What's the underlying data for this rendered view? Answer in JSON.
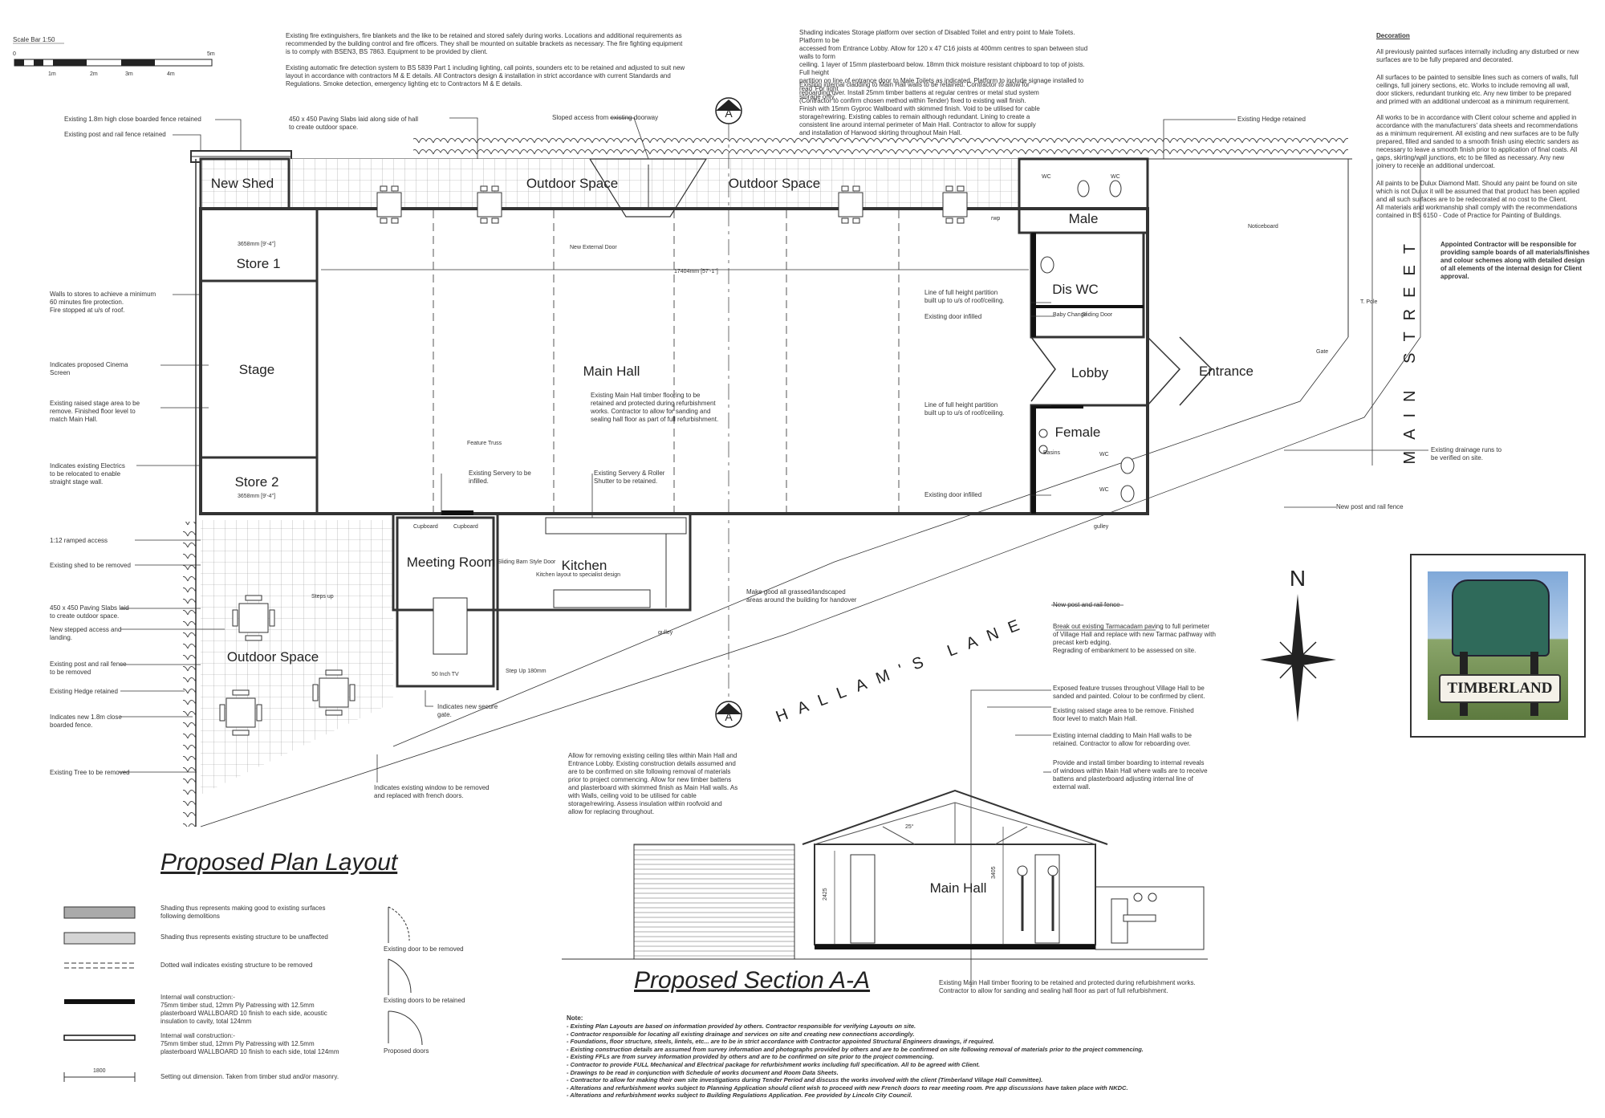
{
  "scale_bar": {
    "title": "Scale Bar 1:50",
    "ticks": [
      "0",
      "1m",
      "2m",
      "3m",
      "4m",
      "5m"
    ]
  },
  "titles": {
    "plan": "Proposed Plan Layout",
    "section": "Proposed Section A-A"
  },
  "rooms": {
    "new_shed": "New Shed",
    "store1": "Store 1",
    "stage": "Stage",
    "store2": "Store 2",
    "outdoor_top_left": "Outdoor Space",
    "outdoor_top_right": "Outdoor Space",
    "main_hall": "Main Hall",
    "male": "Male",
    "dis_wc": "Dis WC",
    "lobby": "Lobby",
    "entrance": "Entrance",
    "female": "Female",
    "meeting_room": "Meeting Room",
    "kitchen": "Kitchen",
    "outdoor_bottom": "Outdoor Space",
    "section_main_hall": "Main Hall"
  },
  "small_labels": {
    "cupboard1": "Cupboard",
    "cupboard2": "Cupboard",
    "tv": "50 Inch TV",
    "sliding_door": "Sliding\nBarn Style\nDoor",
    "kitchen_layout": "Kitchen layout to specialist design",
    "steps_up": "Steps up",
    "step_up": "Step Up\n180mm",
    "gulley1": "gulley",
    "gulley2": "gulley",
    "basins": "Basins",
    "wc1": "WC",
    "wc2": "WC",
    "wc3": "WC",
    "wc4": "WC",
    "baby_change": "Baby\nChange",
    "sliding_door2": "Sliding\nDoor",
    "noticeboard": "Noticeboard",
    "t_pole": "T. Pole",
    "gate": "Gate",
    "rwp": "rwp",
    "dim_hall": "17404mm [57'-1\"]",
    "dim_store1": "3658mm [9'-4\"]",
    "dim_store2": "3658mm [9'-4\"]",
    "feature_truss": "Feature Truss",
    "new_external_door": "New External Door",
    "sec_dim1": "2425",
    "sec_dim2": "3405",
    "sec_angle": "25°",
    "a_marker": "A"
  },
  "streets": {
    "main_street": "MAIN STREET",
    "hallams_lane": "HALLAM'S LANE"
  },
  "north": "N",
  "annotations": {
    "fire": "Existing fire extinguishers, fire blankets and the like to be retained and stored safely during works. Locations and additional requirements as\nrecommended by the building control and fire officers. They shall be mounted on suitable brackets as necessary. The fire fighting equipment\nis to comply with BSEN3, BS 7863. Equipment to be provided by client.\n\nExisting automatic fire detection system to BS 5839 Part 1 including lighting, call points, sounders etc to be retained and adjusted to suit new\nlayout in accordance with contractors M & E details. All Contractors design & installation in strict accordance with current Standards and\nRegulations. Smoke detection, emergency lighting etc to Contractors M & E details.",
    "storage": "Shading indicates Storage platform over section of Disabled Toilet and entry point to Male Toilets. Platform to be\naccessed from Entrance Lobby. Allow for 120 x 47 C16 joists at 400mm centres to span between stud walls to form\nceiling. 1 layer of 15mm plasterboard below. 18mm thick moisture resistant chipboard to top of joists. Full height\npartition on line of entrance door to Male Toilets as indicated. Platform to include signage installed to read 'For light\nstorage only'.",
    "cladding": "Existing internal cladding to Main Hall walls to be retained. Contractor to allow for\nreboarding over. Install 25mm timber battens at regular centres or metal stud system\n(Contractor to confirm chosen method within Tender) fixed to existing wall finish.\nFinish with 15mm Gyproc Wallboard with skimmed finish. Void to be utilised for cable\nstorage/rewiring. Existing cables to remain although redundant. Lining to create a\nconsistent line around internal perimeter of Main Hall. Contractor to allow for supply\nand installation of Harwood skirting throughout Main Hall.",
    "fence18": "Existing 1.8m high close boarded fence retained",
    "post_rail_top": "Existing post and rail fence retained",
    "slabs_top": "450 x 450 Paving Slabs laid along side of hall\nto create outdoor space.",
    "sloped": "Sloped access from existing doorway",
    "hedge_top": "Existing Hedge retained",
    "stores_fire": "Walls to stores to achieve a minimum\n60 minutes fire protection.\nFire stopped at u/s of roof.",
    "cinema": "Indicates proposed Cinema\nScreen",
    "raised_stage": "Existing raised stage area to be\nremove. Finished floor level to\nmatch Main Hall.",
    "electrics": "Indicates existing Electrics\nto be relocated to enable\nstraight stage wall.",
    "ramped": "1:12 ramped access",
    "shed_removed": "Existing shed to be removed",
    "slabs_bottom": "450 x 450 Paving Slabs laid\nto create outdoor space.",
    "stepped": "New stepped access and\nlanding.",
    "post_rail_removed": "Existing post and rail fence\nto be removed",
    "hedge_left": "Existing Hedge retained",
    "new_fence": "Indicates new 1.8m close\nboarded fence.",
    "tree": "Existing Tree to be removed",
    "partition1": "Line of full height partition\nbuilt up to u/s of roof/ceiling.",
    "door_infilled1": "Existing door infilled",
    "partition2": "Line of full height partition\nbuilt up to u/s of roof/ceiling.",
    "door_infilled2": "Existing door infilled",
    "hall_floor": "Existing Main Hall timber flooring to be\nretained and protected during refurbishment\nworks. Contractor to allow for sanding and\nsealing hall floor as part of full refurbishment.",
    "servery": "Existing Servery to be\ninfilled.",
    "servery_shutter": "Existing Servery & Roller\nShutter to be retained.",
    "make_good": "Make good all grassed/landscaped\nareas around the building for handover",
    "drainage": "Existing drainage runs to\nbe verified on site.",
    "new_post_rail1": "New post and rail fence",
    "new_post_rail2": "New post and rail fence",
    "tarmac": "Break out existing Tarmacadam paving to full perimeter\nof Village Hall and replace with new Tarmac pathway with\nprecast kerb edging.\nRegrading of embankment to be assessed on site.",
    "secure_gate": "Indicates new secure\ngate.",
    "window": "Indicates existing window to be removed\nand replaced with french doors.",
    "ceiling_tiles": "Allow for removing existing ceiling tiles within Main Hall and\nEntrance Lobby. Existing construction details assumed and\nare to be confirmed on site following removal of materials\nprior to project commencing. Allow for new timber battens\nand plasterboard with skimmed finish as Main Hall walls. As\nwith Walls, ceiling void to be utilised for cable\nstorage/rewiring. Assess insulation within roofvoid and\nallow for replacing throughout.",
    "trusses": "Exposed feature trusses throughout Village Hall to be\nsanded and painted. Colour to be confirmed by client.",
    "raised_stage2": "Existing raised stage area to be remove. Finished\nfloor level to match Main Hall.",
    "cladding2": "Existing internal cladding to Main Hall walls to be\nretained. Contractor to allow for reboarding over.",
    "reveals": "Provide and install timber boarding to internal reveals\nof windows within Main Hall where walls are to receive\nbattens and plasterboard adjusting internal line of\nexternal wall.",
    "floor2": "Existing Main Hall timber flooring to be retained and protected during refurbishment works.\nContractor to allow for sanding and sealing hall floor as part of full refurbishment."
  },
  "decoration": {
    "heading": "Decoration",
    "p1": "All previously painted surfaces internally including any disturbed or new\nsurfaces are to be fully prepared and decorated.",
    "p2": "All surfaces to be painted to sensible lines such as corners of walls, full\nceilings, full joinery sections, etc. Works to include removing all wall,\ndoor stickers, redundant trunking etc. Any new timber to be prepared\nand primed with an additional undercoat as a minimum requirement.",
    "p3": "All works to be in accordance with Client colour scheme and applied in\naccordance with the manufacturers' data sheets and recommendations\nas a minimum requirement. All existing and new surfaces are to be fully\nprepared, filled and sanded to a smooth finish using electric sanders as\nnecessary to leave a smooth finish prior to application of final coats. All\ngaps, skirting/wall junctions, etc to be filled as necessary. Any new\njoinery to receive an additional undercoat.",
    "p4": "All paints to be Dulux Diamond Matt. Should any paint be found on site\nwhich is not Dulux it will be assumed that that product has been applied\nand all such surfaces are to be redecorated at no cost to the Client.\nAll materials and workmanship shall comply with the recommendations\ncontained in BS 6150 - Code of Practice for Painting of Buildings.",
    "contractor": "Appointed Contractor will be responsible for\nproviding sample boards of all materials/finishes\nand colour schemes along with detailed design\nof all elements of the internal design for Client\napproval."
  },
  "sign": {
    "text": "TIMBERLAND"
  },
  "legend": [
    "Shading thus represents making good to existing surfaces\nfollowing demolitions",
    "Shading thus represents existing structure to be unaffected",
    "Dotted wall indicates existing structure to be removed",
    "Internal wall construction:-\n75mm timber stud, 12mm Ply Patressing with 12.5mm\nplasterboard WALLBOARD 10 finish to each side, acoustic\ninsulation to cavity, total 124mm",
    "Internal wall construction:-\n75mm timber stud, 12mm Ply Patressing with 12.5mm\nplasterboard WALLBOARD 10 finish to each side, total 124mm",
    "Setting out dimension. Taken from timber stud and/or masonry."
  ],
  "legend_dim": "1800",
  "door_legend": [
    "Existing door to be removed",
    "Existing doors to be retained",
    "Proposed doors"
  ],
  "notes": {
    "heading": "Note:",
    "lines": [
      "- Existing Plan Layouts are based on information provided by others. Contractor responsible for verifying Layouts on site.",
      "- Contractor responsible for locating all existing drainage and services on site and creating new connections accordingly.",
      "- Foundations, floor structure, steels, lintels, etc... are to be in strict accordance with Contractor appointed Structural Engineers drawings, if required.",
      "- Existing construction details are assumed from survey information and photographs provided by others and are to be confirmed on site following removal of materials prior to the project commencing.",
      "- Existing FFLs are from survey information provided by others and are to be confirmed on site prior to the project commencing.",
      "- Contractor to provide FULL Mechanical and Electrical package for refurbishment works including full specification. All to be agreed with Client.",
      "- Drawings to be read in conjunction with Schedule of works document and Room Data Sheets.",
      "- Contractor to allow for making their own site investigations during Tender Period and discuss the works involved with the client (Timberland Village Hall Committee).",
      "- Alterations and refurbishment works subject to Planning Application should client wish to proceed with new French doors to rear meeting room. Pre app discussions have taken place with NKDC.",
      "- Alterations and refurbishment works subject to Building Regulations Application. Fee provided by Lincoln City Council."
    ]
  }
}
